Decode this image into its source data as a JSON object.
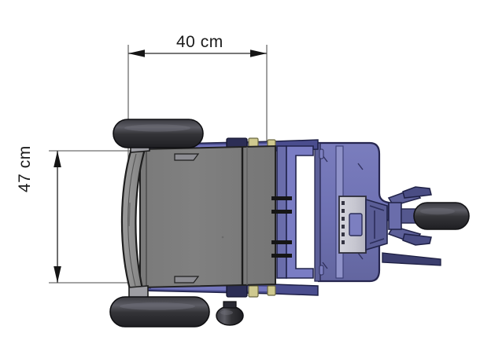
{
  "drawing": {
    "title": "Mobility scooter / powered wheelchair — top view with overall dimensions",
    "view": "top-plan",
    "units": "cm",
    "background_color": "#ffffff"
  },
  "dimensions": {
    "width": {
      "label": "40 cm",
      "value": 40,
      "unit": "cm",
      "orientation": "horizontal",
      "measures": "seat width"
    },
    "height": {
      "label": "47 cm",
      "value": 47,
      "unit": "cm",
      "orientation": "vertical",
      "measures": "seat depth"
    }
  },
  "colors": {
    "seat_gray": "#7d7d7d",
    "backrest_gray": "#8a8a8a",
    "body_blue": "#6f72b4",
    "body_blue_dark": "#4b4e8c",
    "frame_blue": "#3d4080",
    "tire_dark": "#2b2b2f",
    "tire_highlight": "#55555c",
    "line_black": "#1b1b1b",
    "plate_gray": "#c9c9d2",
    "accent_tan": "#cfc98f",
    "dimension_line": "#4a4a4a"
  },
  "parts": [
    {
      "name": "rear-wheel-top",
      "type": "tire",
      "note": "large drive tire, upper left"
    },
    {
      "name": "rear-wheel-bottom",
      "type": "tire",
      "note": "large drive tire, lower left"
    },
    {
      "name": "seat-cushion",
      "type": "panel",
      "note": "gray seat pan"
    },
    {
      "name": "backrest",
      "type": "panel",
      "note": "curved gray backrest at left"
    },
    {
      "name": "armrest-slots",
      "type": "detail",
      "count": 4
    },
    {
      "name": "chassis-frame",
      "type": "frame",
      "note": "blue side rails"
    },
    {
      "name": "body-shroud",
      "type": "shell",
      "note": "blue rounded rear shroud"
    },
    {
      "name": "control-module",
      "type": "module",
      "note": "light gray plate with blue battery block"
    },
    {
      "name": "caster-wheel-small",
      "type": "tire",
      "note": "small anti-tip caster"
    },
    {
      "name": "front-wheel",
      "type": "tire",
      "note": "dark front tire at right"
    },
    {
      "name": "tiller-linkage",
      "type": "linkage",
      "note": "blue steering linkage"
    }
  ]
}
